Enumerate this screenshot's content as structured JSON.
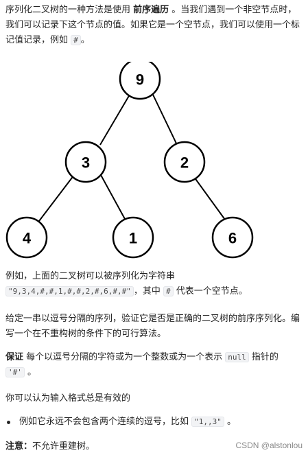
{
  "intro": {
    "t1": "序列化二叉树的一种方法是使用 ",
    "bold": "前序遍历",
    "t2": " 。当我们遇到一个非空节点时，我们可以记录下这个节点的值。如果它是一个空节点，我们可以使用一个标记值记录，例如 ",
    "code": "#",
    "t3": "。"
  },
  "tree": {
    "nodes": [
      "9",
      "3",
      "2",
      "4",
      "1",
      "6"
    ]
  },
  "example": {
    "t1": "例如，上面的二叉树可以被序列化为字符串 ",
    "code1": "\"9,3,4,#,#,1,#,#,2,#,6,#,#\"",
    "t2": "，其中 ",
    "code2": "#",
    "t3": " 代表一个空节点。"
  },
  "task": {
    "text": "给定一串以逗号分隔的序列，验证它是否是正确的二叉树的前序序列化。编写一个在不重构树的条件下的可行算法。"
  },
  "guarantee": {
    "bold": "保证",
    "t1": " 每个以逗号分隔的字符或为一个整数或为一个表示 ",
    "code1": "null",
    "t2": " 指针的 ",
    "code2": "'#'",
    "t3": " 。"
  },
  "assume": {
    "text": "你可以认为输入格式总是有效的"
  },
  "list": {
    "items": [
      {
        "t1": "例如它永远不会包含两个连续的逗号，比如 ",
        "code": "\"1,,3\"",
        "t2": " 。"
      }
    ]
  },
  "note": {
    "bold": "注意：",
    "text": "不允许重建树。"
  },
  "watermark": "CSDN @alstonlou"
}
